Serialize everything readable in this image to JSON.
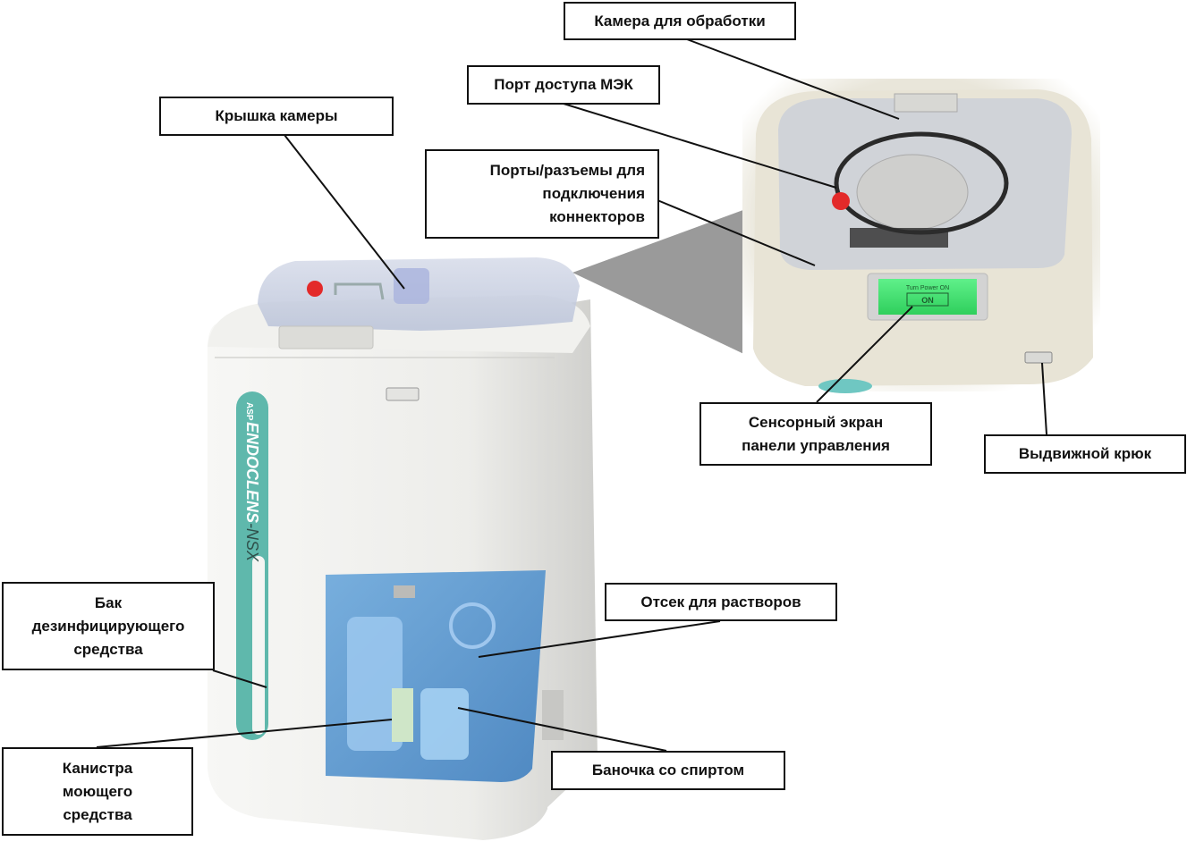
{
  "diagram": {
    "subject": "ENDOCLENS-NSX endoscope reprocessor",
    "brand": {
      "logo": "ASP",
      "name_bold": "ENDOCLENS",
      "name_light": "-NSX",
      "accent_color": "#5fb8ac"
    },
    "screen": {
      "caption": "Turn Power ON",
      "button": "ON",
      "color": "#3ddc6a"
    },
    "colors": {
      "label_border": "#111111",
      "leader_line": "#111111",
      "zoom_wedge": "#9a9a9a",
      "solution_panel": "#4f8fc8",
      "machine_body": "#ecece8",
      "inset_body": "#e8e4d6"
    },
    "callouts": [
      {
        "id": "chamber",
        "text": "Камера для обработки"
      },
      {
        "id": "mek-port",
        "text": "Порт доступа МЭК"
      },
      {
        "id": "lid",
        "text": "Крышка камеры"
      },
      {
        "id": "connector-ports",
        "text": "Порты/разъемы для\nподключения\nконнекторов"
      },
      {
        "id": "touchscreen",
        "text": "Сенсорный экран\nпанели управления"
      },
      {
        "id": "hook",
        "text": "Выдвижной крюк"
      },
      {
        "id": "disinfectant-tank",
        "text": "Бак\nдезинфицирующего\nсредства"
      },
      {
        "id": "solutions-compartment",
        "text": "Отсек для растворов"
      },
      {
        "id": "detergent-canister",
        "text": "Канистра\nмоющего\nсредства"
      },
      {
        "id": "alcohol-bottle",
        "text": "Баночка со спиртом"
      }
    ]
  }
}
